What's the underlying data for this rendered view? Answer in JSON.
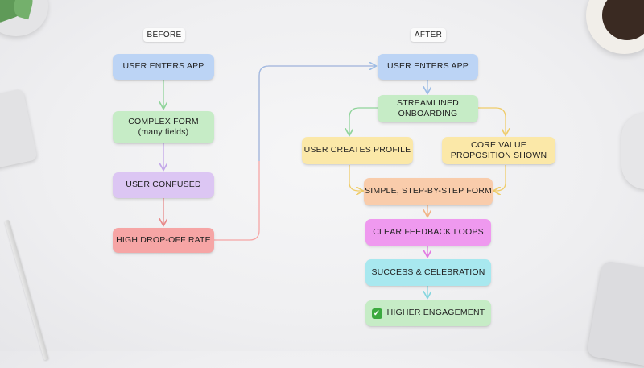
{
  "labels": {
    "before": "BEFORE",
    "after": "AFTER"
  },
  "before": {
    "user_enters": "USER ENTERS APP",
    "complex_form": {
      "line1": "COMPLEX FORM",
      "line2": "(many fields)"
    },
    "user_confused": "USER CONFUSED",
    "high_dropoff": "HIGH DROP-OFF RATE"
  },
  "after": {
    "user_enters": "USER ENTERS APP",
    "streamlined": {
      "line1": "STREAMLINED",
      "line2": "ONBOARDING"
    },
    "user_creates_profile": "USER CREATES PROFILE",
    "core_value": {
      "line1": "CORE VALUE",
      "line2": "PROPOSITION SHOWN"
    },
    "simple_form": "SIMPLE, STEP-BY-STEP FORM",
    "feedback_loops": "CLEAR FEEDBACK LOOPS",
    "success": "SUCCESS & CELEBRATION",
    "higher_engagement": "HIGHER ENGAGEMENT",
    "higher_engagement_icon": "check-mark-icon"
  },
  "colors": {
    "blue": "#bcd4f5",
    "green": "#c6ecc6",
    "purple": "#dcc6f3",
    "red": "#f6a5a5",
    "yellow": "#fbe8a8",
    "orange": "#f9ccab",
    "magenta": "#ef99ef",
    "cyan": "#a8e8ef"
  }
}
